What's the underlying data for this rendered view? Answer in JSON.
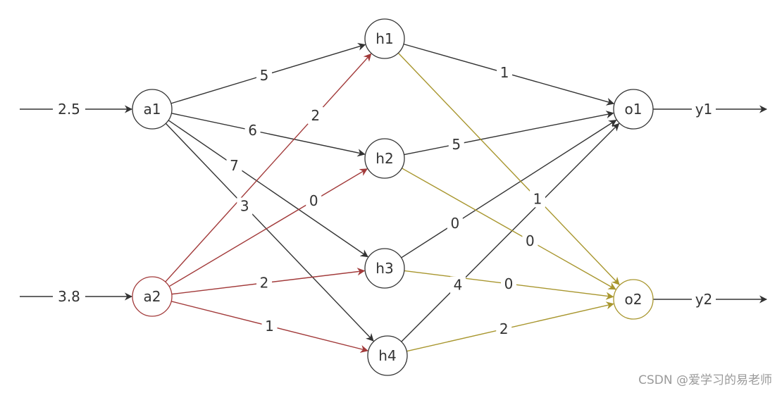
{
  "colors": {
    "black": "#333333",
    "red": "#a23a3a",
    "gold": "#a8962e"
  },
  "nodes": [
    {
      "id": "a1",
      "label": "a1",
      "color": "black"
    },
    {
      "id": "a2",
      "label": "a2",
      "color": "red"
    },
    {
      "id": "h1",
      "label": "h1",
      "color": "black"
    },
    {
      "id": "h2",
      "label": "h2",
      "color": "black"
    },
    {
      "id": "h3",
      "label": "h3",
      "color": "black"
    },
    {
      "id": "h4",
      "label": "h4",
      "color": "black"
    },
    {
      "id": "o1",
      "label": "o1",
      "color": "black"
    },
    {
      "id": "o2",
      "label": "o2",
      "color": "gold"
    }
  ],
  "inputs": [
    {
      "to": "a1",
      "label": "2.5"
    },
    {
      "to": "a2",
      "label": "3.8"
    }
  ],
  "outputs": [
    {
      "from": "o1",
      "label": "y1"
    },
    {
      "from": "o2",
      "label": "y2"
    }
  ],
  "edges": [
    {
      "from": "a1",
      "to": "h1",
      "label": "5",
      "color": "black"
    },
    {
      "from": "a1",
      "to": "h2",
      "label": "6",
      "color": "black"
    },
    {
      "from": "a1",
      "to": "h3",
      "label": "7",
      "color": "black"
    },
    {
      "from": "a1",
      "to": "h4",
      "label": "3",
      "color": "black"
    },
    {
      "from": "a2",
      "to": "h1",
      "label": "2",
      "color": "red"
    },
    {
      "from": "a2",
      "to": "h2",
      "label": "0",
      "color": "red"
    },
    {
      "from": "a2",
      "to": "h3",
      "label": "2",
      "color": "red"
    },
    {
      "from": "a2",
      "to": "h4",
      "label": "1",
      "color": "red"
    },
    {
      "from": "h1",
      "to": "o1",
      "label": "1",
      "color": "black"
    },
    {
      "from": "h2",
      "to": "o1",
      "label": "5",
      "color": "black"
    },
    {
      "from": "h3",
      "to": "o1",
      "label": "0",
      "color": "black"
    },
    {
      "from": "h4",
      "to": "o1",
      "label": "4",
      "color": "black"
    },
    {
      "from": "h1",
      "to": "o2",
      "label": "1",
      "color": "gold"
    },
    {
      "from": "h2",
      "to": "o2",
      "label": "0",
      "color": "gold"
    },
    {
      "from": "h3",
      "to": "o2",
      "label": "0",
      "color": "gold"
    },
    {
      "from": "h4",
      "to": "o2",
      "label": "2",
      "color": "gold"
    }
  ],
  "watermark": "CSDN @爱学习的易老师"
}
